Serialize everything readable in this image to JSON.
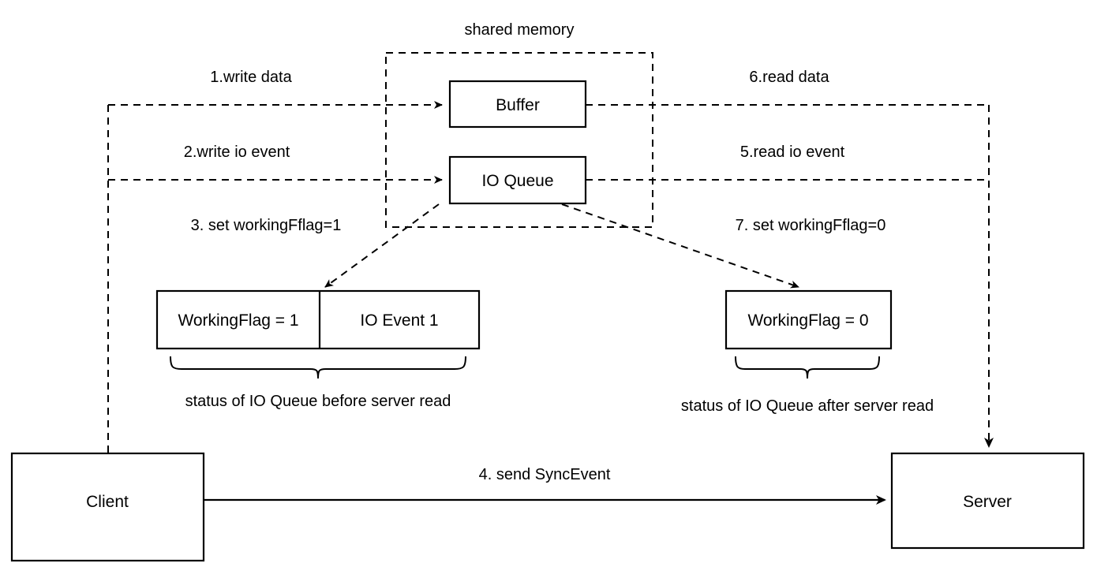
{
  "diagram": {
    "title": "shared memory",
    "nodes": {
      "client": "Client",
      "server": "Server",
      "buffer": "Buffer",
      "io_queue": "IO Queue",
      "working_flag_before": "WorkingFlag = 1",
      "io_event_before": "IO Event 1",
      "working_flag_after": "WorkingFlag = 0"
    },
    "edges": {
      "step1": "1.write data",
      "step2": "2.write io event",
      "step3": "3. set workingFflag=1",
      "step4": "4. send SyncEvent",
      "step5": "5.read io event",
      "step6": "6.read data",
      "step7": "7. set workingFflag=0"
    },
    "captions": {
      "before": "status of IO Queue before server read",
      "after": "status of IO Queue after server read"
    },
    "colors": {
      "stroke": "#000000",
      "fill": "#ffffff",
      "text": "#000000"
    }
  }
}
